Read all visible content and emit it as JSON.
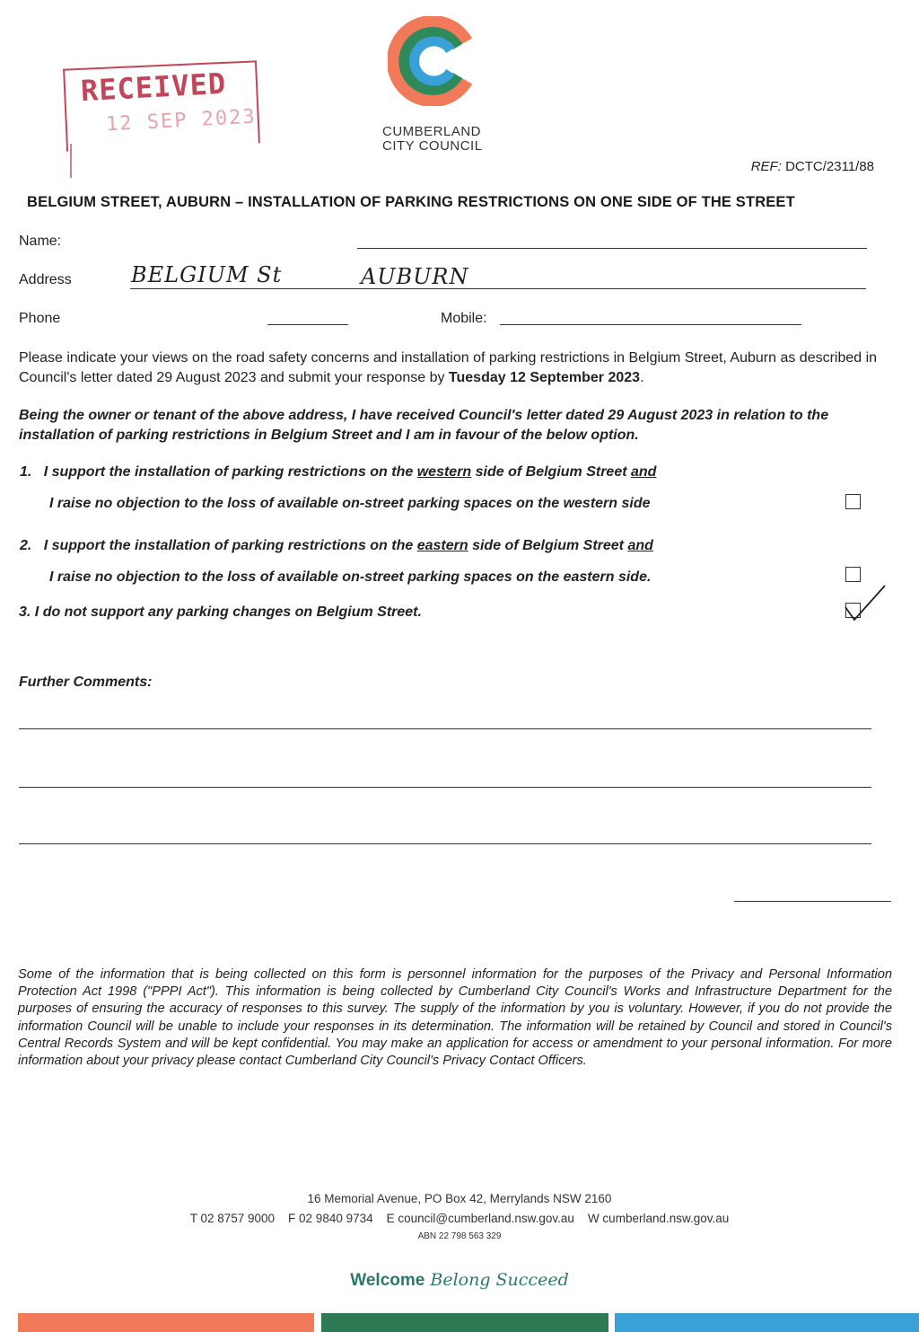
{
  "stamp": {
    "title": "RECEIVED",
    "date": "12 SEP 2023"
  },
  "logo": {
    "icon": "cumberland-c-logo",
    "name_line1": "CUMBERLAND",
    "name_line2": "CITY COUNCIL",
    "colors": {
      "outer": "#f07a5a",
      "middle": "#2e8a5a",
      "inner": "#3aa0d8"
    }
  },
  "ref": {
    "label": "REF:",
    "value": "DCTC/2311/88"
  },
  "heading": "BELGIUM STREET, AUBURN – INSTALLATION OF PARKING RESTRICTIONS ON ONE SIDE OF THE STREET",
  "fields": {
    "name_label": "Name:",
    "address_label": "Address",
    "address_value_part1": "BELGIUM St",
    "address_value_part2": "AUBURN",
    "phone_label": "Phone",
    "mobile_label": "Mobile:"
  },
  "intro": {
    "text": "Please indicate your views on the road safety concerns and installation of parking restrictions in Belgium Street, Auburn as described in Council's letter dated 29 August 2023 and submit your response by ",
    "deadline": "Tuesday 12 September 2023",
    "end": "."
  },
  "declaration": "Being the owner or tenant of the above address, I have received Council's letter dated 29 August 2023 in relation to the installation of parking restrictions in Belgium Street and I am in favour of the below option.",
  "options": [
    {
      "num": "1.",
      "line1_pre": "I support the installation of parking restrictions on the ",
      "side": "western",
      "line1_post": " side of Belgium Street ",
      "and": "and",
      "line2": "I raise no objection to the loss of available on-street parking spaces on the western side",
      "checked": false
    },
    {
      "num": "2.",
      "line1_pre": "I support the installation of parking restrictions on the ",
      "side": "eastern",
      "line1_post": " side of Belgium Street ",
      "and": "and",
      "line2": "I raise no objection to the loss of available on-street parking spaces on the eastern side.",
      "checked": false
    },
    {
      "num": "3.",
      "line1": "I do not support any parking changes on Belgium Street.",
      "checked": true
    }
  ],
  "comments_label": "Further Comments:",
  "privacy": "Some of the information that is being collected on this form is personnel information for the purposes of the Privacy and Personal Information Protection Act 1998 (\"PPPI Act\"). This information is being collected by Cumberland City Council's Works and Infrastructure Department for the purposes of ensuring the accuracy of responses to this survey. The supply of the information by you is voluntary. However, if you do not provide the information Council will be unable to include your responses in its determination. The information will be retained by Council and stored in Council's Central Records System and will be kept confidential. You may make an application for access or amendment to your personal information. For more information about your privacy please contact Cumberland City Council's Privacy Contact Officers.",
  "footer": {
    "address": "16 Memorial Avenue, PO Box 42, Merrylands NSW 2160",
    "contacts": "T 02 8757 9000    F 02 9840 9734    E council@cumberland.nsw.gov.au    W cumberland.nsw.gov.au",
    "abn": "ABN 22 798 563 329",
    "tag_welcome": "Welcome",
    "tag_rest": " Belong Succeed",
    "band_colors": [
      "#f07a5a",
      "#2e7a55",
      "#3aa0d8"
    ]
  }
}
